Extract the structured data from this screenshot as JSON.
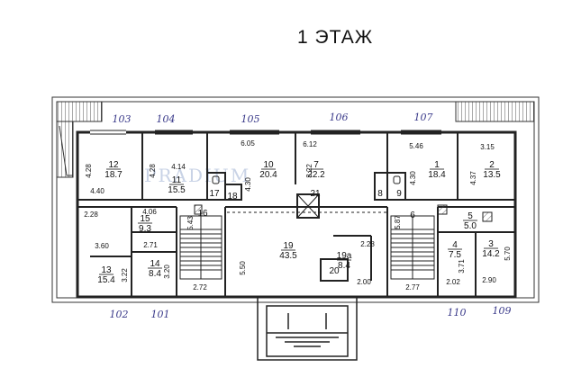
{
  "title": "1 ЭТАЖ",
  "watermark": "PRADIUM",
  "colors": {
    "wall": "#222222",
    "hatch": "#555555",
    "handwriting": "#3a3a8a",
    "watermark": "#c9d3e6"
  },
  "rooms": [
    {
      "num": "12",
      "area": "18.7"
    },
    {
      "num": "11",
      "area": "15.5"
    },
    {
      "num": "10",
      "area": "20.4"
    },
    {
      "num": "7",
      "area": "22.2"
    },
    {
      "num": "1",
      "area": "18.4"
    },
    {
      "num": "2",
      "area": "13.5"
    },
    {
      "num": "17",
      "area": ""
    },
    {
      "num": "18",
      "area": ""
    },
    {
      "num": "21",
      "area": ""
    },
    {
      "num": "8",
      "area": ""
    },
    {
      "num": "9",
      "area": ""
    },
    {
      "num": "15",
      "area": "9.3"
    },
    {
      "num": "16",
      "area": ""
    },
    {
      "num": "19",
      "area": "43.5"
    },
    {
      "num": "19а",
      "area": "8.4"
    },
    {
      "num": "20",
      "area": ""
    },
    {
      "num": "6",
      "area": ""
    },
    {
      "num": "5",
      "area": "5.0"
    },
    {
      "num": "4",
      "area": "7.5"
    },
    {
      "num": "3",
      "area": "14.2"
    },
    {
      "num": "13",
      "area": "15.4"
    },
    {
      "num": "14",
      "area": "8.4"
    }
  ],
  "dimensions": [
    "4.28",
    "4.40",
    "4.28",
    "4.14",
    "6.05",
    "4.30",
    "6.12",
    "3.22",
    "5.46",
    "4.30",
    "3.15",
    "4.37",
    "2.28",
    "4.06",
    "5.43",
    "3.60",
    "2.71",
    "5.50",
    "3.22",
    "3.20",
    "2.72",
    "5.87",
    "2.28",
    "2.00",
    "2.77",
    "3.71",
    "5.70",
    "2.02",
    "2.90"
  ],
  "window_marks_top": [
    "103",
    "104",
    "105",
    "106",
    "107"
  ],
  "window_marks_bottom": [
    "102",
    "101",
    "110",
    "109"
  ]
}
